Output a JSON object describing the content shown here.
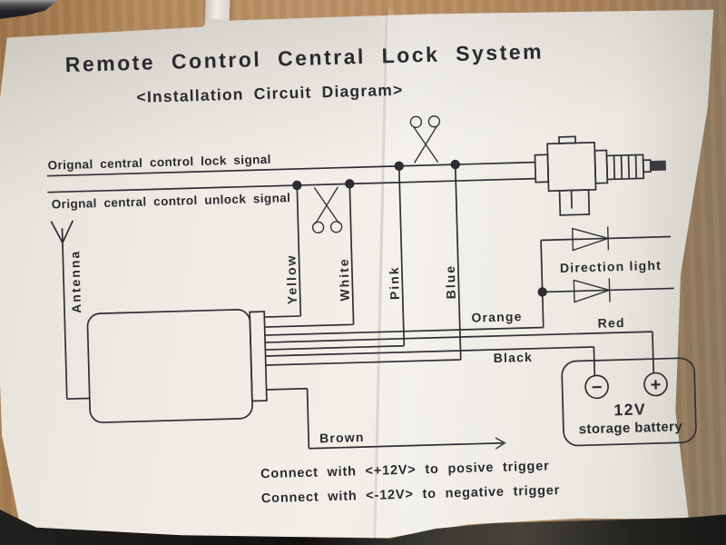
{
  "header": {
    "title": "Remote  Control  Central  Lock  System",
    "subtitle": "<Installation Circuit Diagram>"
  },
  "signal_lines": {
    "lock": "Orignal central control lock signal",
    "unlock": "Orignal central control unlock signal"
  },
  "wire_labels": {
    "yellow": "Yellow",
    "white": "White",
    "pink": "Pink",
    "blue": "Blue",
    "orange": "Orange",
    "red": "Red",
    "black": "Black",
    "brown": "Brown"
  },
  "components": {
    "antenna": "Antenna",
    "direction_light": "Direction light",
    "battery_line1": "12V",
    "battery_line2": "storage battery",
    "battery_plus": "+",
    "battery_minus": "−"
  },
  "notes": {
    "positive": "Connect  with  <+12V> to  posive  trigger",
    "negative": "Connect  with  <-12V> to  negative  trigger"
  },
  "colors": {
    "ink": "#2f2f36",
    "paper": "#eeebe4",
    "desk_wood": "#b2895d"
  }
}
